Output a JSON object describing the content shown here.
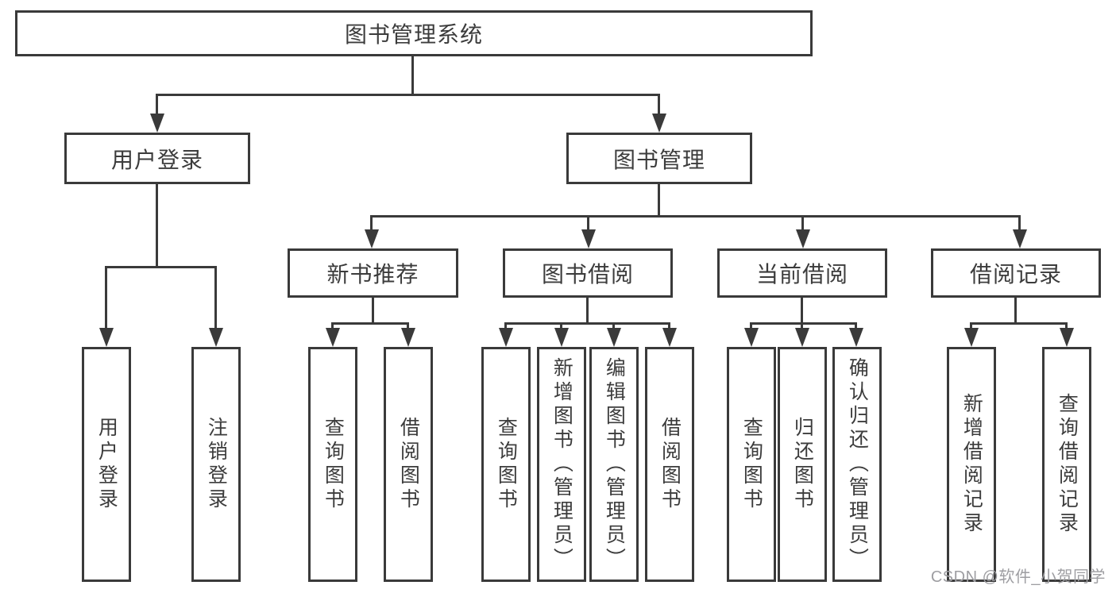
{
  "watermark": {
    "text": "CSDN @软件_小贺同学"
  },
  "colors": {
    "line": "#3a3a3a",
    "text": "#3c3c3c",
    "watermark": "#9e9ea2",
    "background": "#ffffff"
  },
  "tree": {
    "root": {
      "label": "图书管理系统"
    },
    "level2": [
      {
        "label": "用户登录"
      },
      {
        "label": "图书管理"
      }
    ],
    "level3": [
      {
        "label": "新书推荐",
        "parent": "图书管理"
      },
      {
        "label": "图书借阅",
        "parent": "图书管理"
      },
      {
        "label": "当前借阅",
        "parent": "图书管理"
      },
      {
        "label": "借阅记录",
        "parent": "图书管理"
      }
    ],
    "leaves": [
      {
        "label": "用户登录",
        "parent": "用户登录"
      },
      {
        "label": "注销登录",
        "parent": "用户登录"
      },
      {
        "label": "查询图书",
        "parent": "新书推荐"
      },
      {
        "label": "借阅图书",
        "parent": "新书推荐"
      },
      {
        "label": "查询图书",
        "parent": "图书借阅"
      },
      {
        "label": "新增图书（管理员）",
        "parent": "图书借阅"
      },
      {
        "label": "编辑图书（管理员）",
        "parent": "图书借阅"
      },
      {
        "label": "借阅图书",
        "parent": "图书借阅"
      },
      {
        "label": "查询图书",
        "parent": "当前借阅"
      },
      {
        "label": "归还图书",
        "parent": "当前借阅"
      },
      {
        "label": "确认归还（管理员）",
        "parent": "当前借阅"
      },
      {
        "label": "新增借阅记录",
        "parent": "借阅记录"
      },
      {
        "label": "查询借阅记录",
        "parent": "借阅记录"
      }
    ]
  }
}
